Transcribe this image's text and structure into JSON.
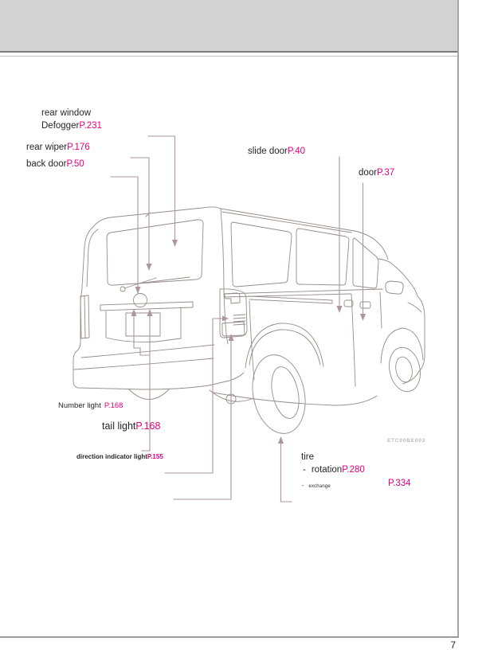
{
  "page": {
    "number": "7",
    "illustration_code": "ETC00BE002"
  },
  "colors": {
    "accent": "#e60080",
    "leader_line": "#ae959b",
    "drawing_line": "#968b8b",
    "header_bar": "#d2d2d2"
  },
  "callouts": {
    "rear_window_defogger": {
      "line1": "rear window",
      "line2": "Defogger",
      "ref": "P.231"
    },
    "rear_wiper": {
      "label": "rear wiper",
      "ref": "P.176"
    },
    "back_door": {
      "label": "back door",
      "ref": "P.50"
    },
    "slide_door": {
      "label": "slide door",
      "ref": "P.40"
    },
    "door": {
      "label": "door",
      "ref": "P.37"
    },
    "number_light": {
      "label": "Number light",
      "ref": "P.168"
    },
    "tail_light": {
      "label": "tail light",
      "ref": "P.168"
    },
    "direction_indicator_light": {
      "label": "direction indicator light",
      "ref": "P.155"
    },
    "tire": {
      "label": "tire",
      "dash": "-",
      "rotation_label": "rotation",
      "rotation_ref": "P.280",
      "exchange_label": "exchange",
      "exchange_ref": "P.334"
    }
  }
}
